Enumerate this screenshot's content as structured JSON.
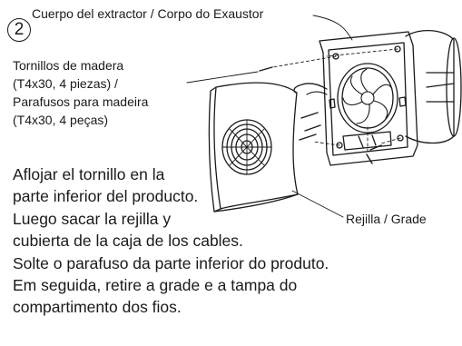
{
  "step": {
    "number": "2"
  },
  "labels": {
    "body": "Cuerpo del extractor / Corpo do Exaustor",
    "screws": [
      "Tornillos de madera",
      "(T4x30, 4 piezas) /",
      "Parafusos para madeira",
      "(T4x30, 4 peças)"
    ],
    "grille": "Rejilla / Grade"
  },
  "instructions": [
    "Aflojar el tornillo en la",
    "parte inferior del producto.",
    "Luego sacar la rejilla y",
    "cubierta de la caja de los cables.",
    "Solte o parafuso da parte inferior do produto.",
    "Em seguida, retire a grade e a tampa do",
    "compartimento dos fios."
  ],
  "colors": {
    "ink": "#1a1a1a",
    "background": "#ffffff"
  }
}
